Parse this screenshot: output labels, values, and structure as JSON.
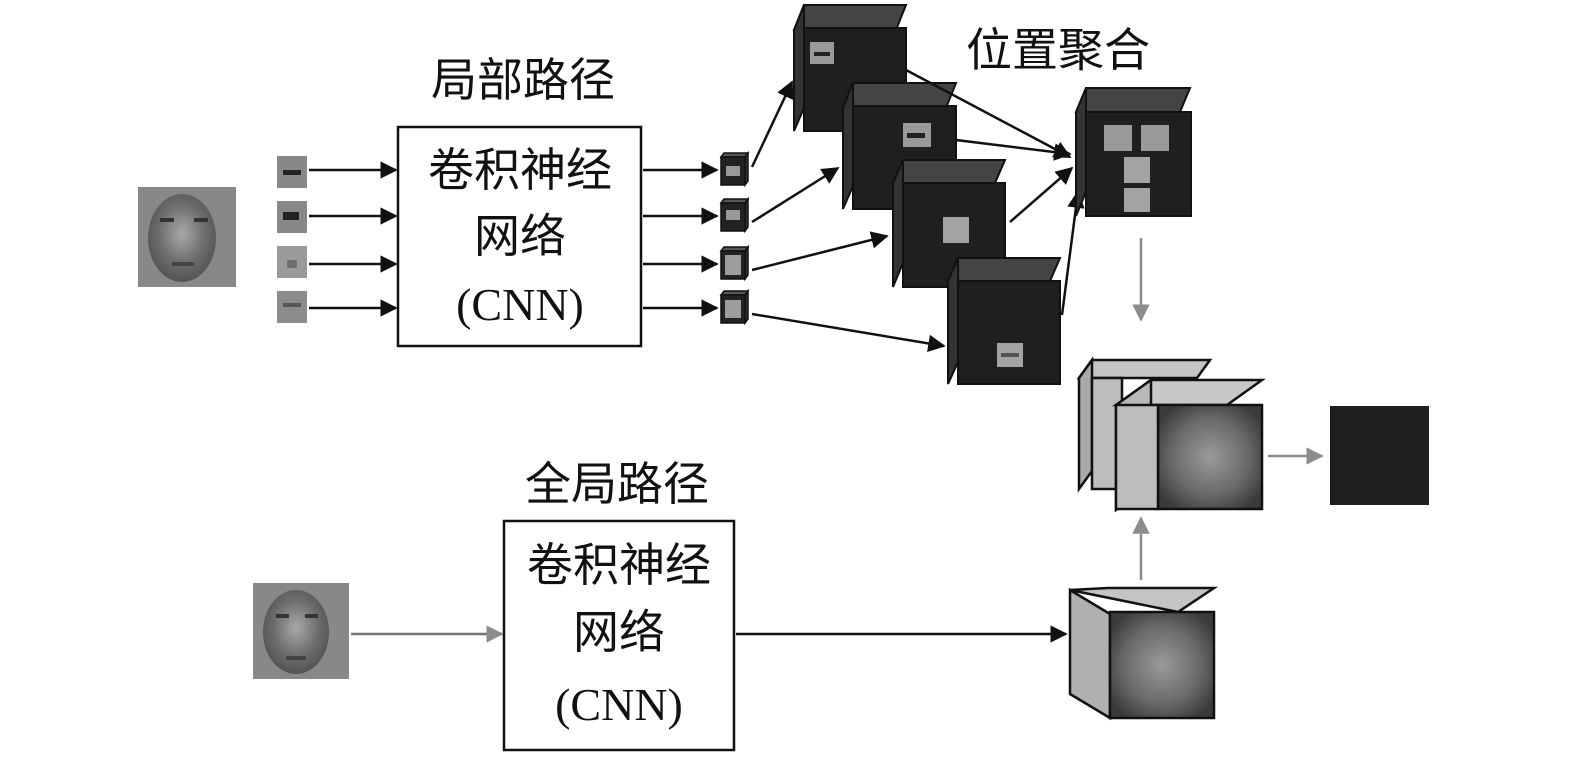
{
  "local_path": {
    "title": "局部路径",
    "cnn_box": {
      "line1": "卷积神经",
      "line2": "网络",
      "line3": "(CNN)"
    }
  },
  "global_path": {
    "title": "全局路径",
    "cnn_box": {
      "line1": "卷积神经",
      "line2": "网络",
      "line3": "(CNN)"
    }
  },
  "aggregation": {
    "title": "位置聚合"
  },
  "colors": {
    "dark_cube": "#1f1f1f",
    "gray_cube": "#b8b8b8",
    "arrow_dark": "#111111",
    "arrow_gray": "#8c8c8c",
    "face_gray": "#7d7d7d"
  }
}
